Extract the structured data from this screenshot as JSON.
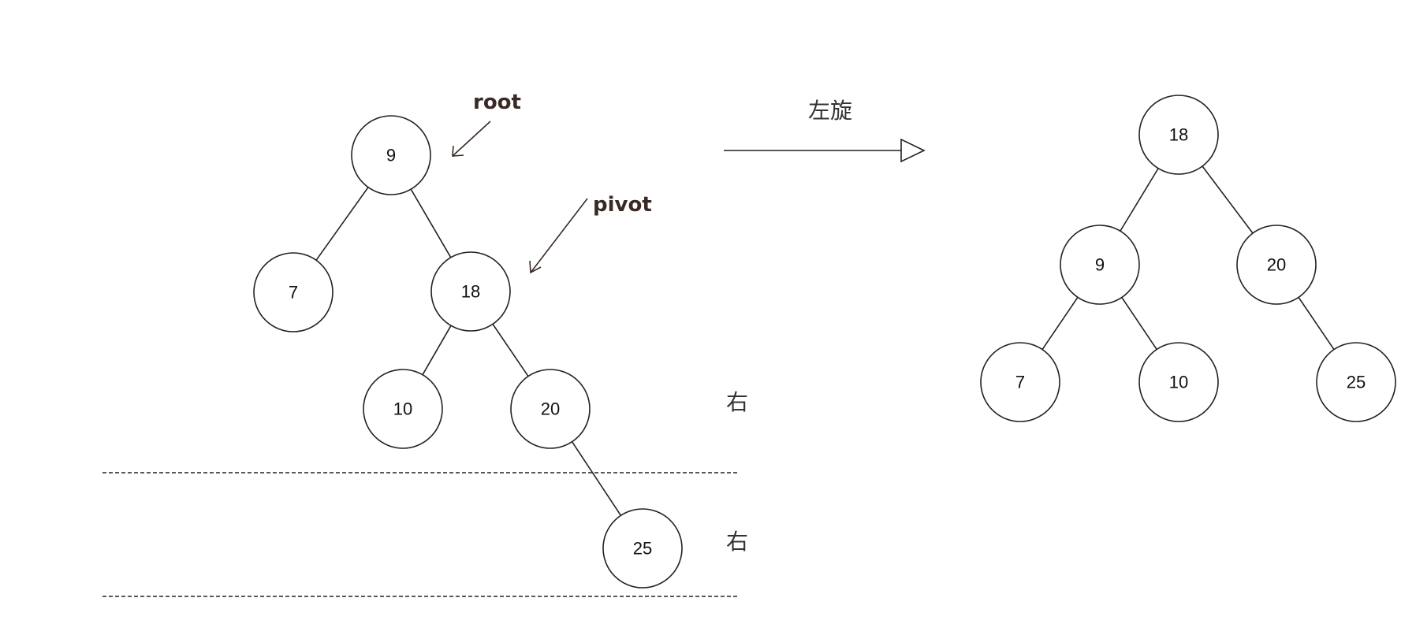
{
  "before_tree": {
    "nodes": [
      {
        "id": "n9",
        "label": "9"
      },
      {
        "id": "n7",
        "label": "7"
      },
      {
        "id": "n18",
        "label": "18"
      },
      {
        "id": "n10",
        "label": "10"
      },
      {
        "id": "n20",
        "label": "20"
      },
      {
        "id": "n25",
        "label": "25"
      }
    ],
    "edges": [
      [
        "n9",
        "n7"
      ],
      [
        "n9",
        "n18"
      ],
      [
        "n18",
        "n10"
      ],
      [
        "n18",
        "n20"
      ],
      [
        "n20",
        "n25"
      ]
    ]
  },
  "after_tree": {
    "nodes": [
      {
        "id": "m18",
        "label": "18"
      },
      {
        "id": "m9",
        "label": "9"
      },
      {
        "id": "m20",
        "label": "20"
      },
      {
        "id": "m7",
        "label": "7"
      },
      {
        "id": "m10",
        "label": "10"
      },
      {
        "id": "m25",
        "label": "25"
      }
    ],
    "edges": [
      [
        "m18",
        "m9"
      ],
      [
        "m18",
        "m20"
      ],
      [
        "m9",
        "m7"
      ],
      [
        "m9",
        "m10"
      ],
      [
        "m20",
        "m25"
      ]
    ]
  },
  "annotations": {
    "root_label": "root",
    "pivot_label": "pivot",
    "rotation_label": "左旋",
    "level_label_1": "右",
    "level_label_2": "右"
  }
}
